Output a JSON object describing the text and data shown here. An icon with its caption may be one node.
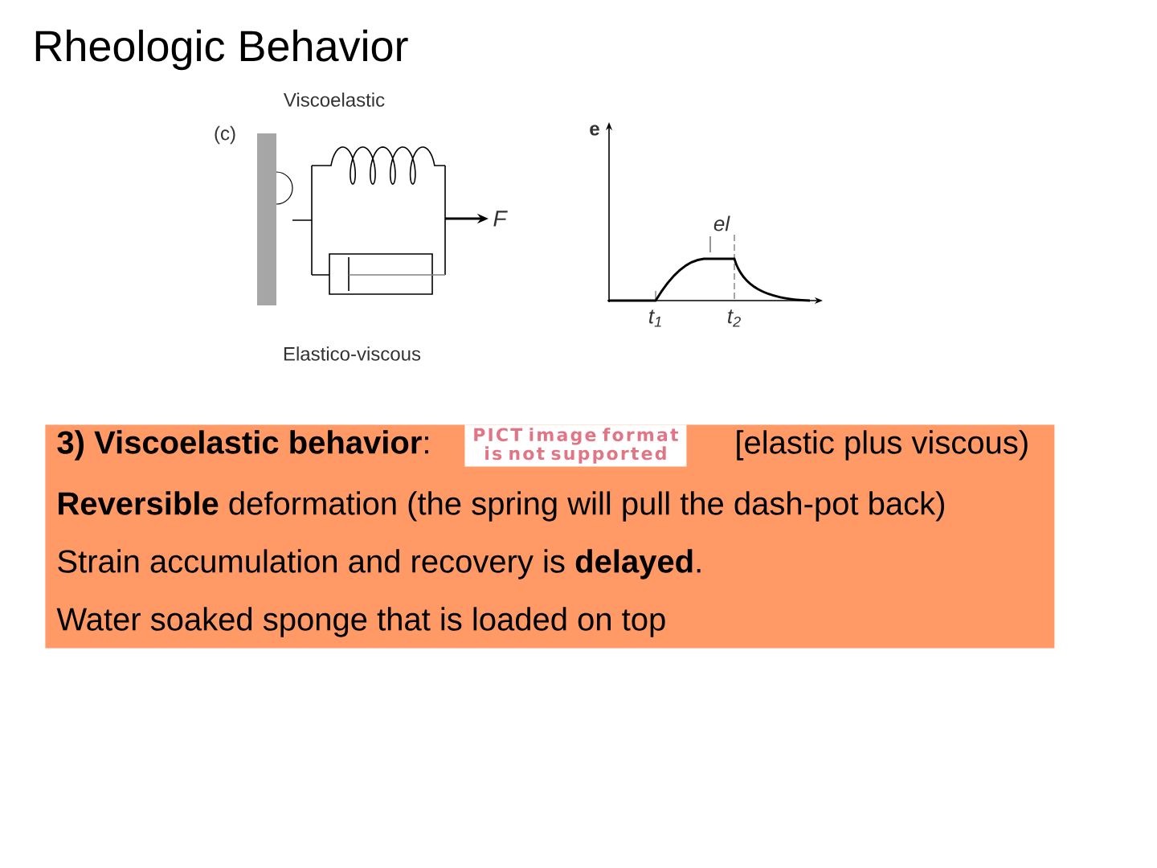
{
  "diagram": {
    "title": "Rheologic Behavior",
    "nodes": [
      {
        "text": [
          "**3) Viscoelastic behavior**:",
          "[elastic plus viscous)",
          "**Reversible** deformation (the spring will pull the dash-pot back)",
          "Strain accumulation and recovery is **delayed**.",
          "Water soaked sponge that is loaded on top"
        ]
      },
      {
        "text": [
          "PICT image format is not supported"
        ],
        "in": 0
      }
    ],
    "labels": [
      "Viscoelastic",
      "(c)",
      "e",
      "F",
      "el",
      "t$_{1}$",
      "t$_{2}$",
      "Elastico-viscous"
    ]
  }
}
